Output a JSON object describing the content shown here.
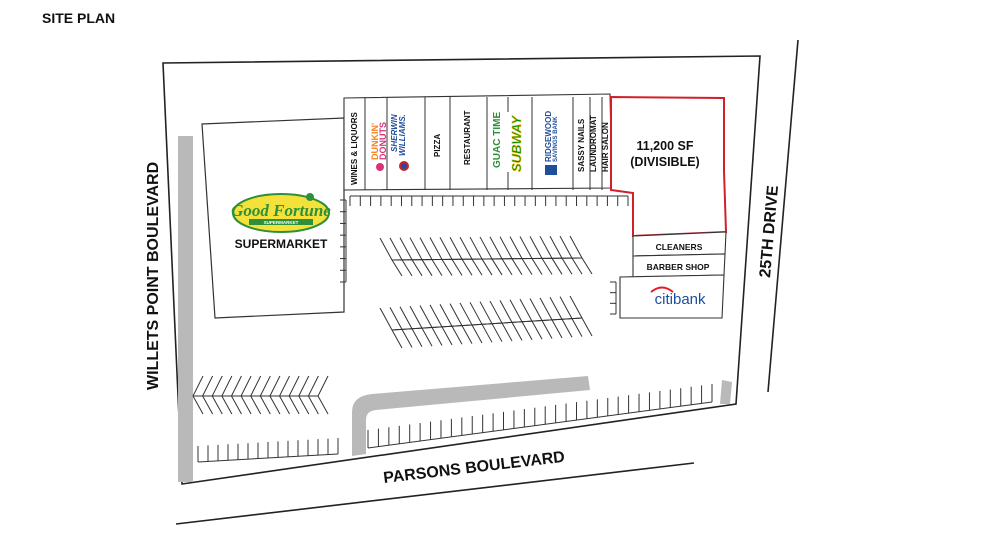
{
  "title": "SITE PLAN",
  "streets": {
    "west": "WILLETS POINT BOULEVARD",
    "south": "PARSONS BOULEVARD",
    "east": "25TH DRIVE"
  },
  "anchor": {
    "logo_main": "Good Fortune",
    "logo_sub": "SUPERMARKET",
    "label": "SUPERMARKET"
  },
  "tenants": [
    {
      "label": "WINES & LIQUORS"
    },
    {
      "label": "DUNKIN' DONUTS",
      "logo_line1": "DUNKIN'",
      "logo_line2": "DONUTS"
    },
    {
      "label": "SHERWIN WILLIAMS.",
      "logo_line1": "SHERWIN",
      "logo_line2": "WILLIAMS."
    },
    {
      "label": "PIZZA"
    },
    {
      "label": "RESTAURANT"
    },
    {
      "label": "GUAC TIME"
    },
    {
      "label": "SUBWAY"
    },
    {
      "label": "RIDGEWOOD SAVINGS BANK",
      "logo_line1": "RIDGEWOOD",
      "logo_line2": "SAVINGS BANK"
    },
    {
      "label": "SASSY NAILS"
    },
    {
      "label": "LAUNDROMAT"
    },
    {
      "label": "HAIR SALON"
    }
  ],
  "available": {
    "area": "11,200 SF",
    "note": "(DIVISIBLE)",
    "highlight_color": "#d0202a"
  },
  "east_tenants": {
    "cleaners": "CLEANERS",
    "barber": "BARBER SHOP",
    "bank_citi": "citi",
    "bank_rest": "bank"
  },
  "colors": {
    "outline": "#333333",
    "road_gray": "#b9b9b9",
    "dunkin_orange": "#f5821f",
    "dunkin_pink": "#d6357a",
    "subway_green": "#008c15",
    "subway_yellow": "#ffc20e",
    "ridgewood_blue": "#1f4e9c",
    "goodfortune_green": "#2f8f3a",
    "goodfortune_yellow": "#f4e23b",
    "citi_blue": "#1b4f9c",
    "citi_red": "#e31b23"
  }
}
